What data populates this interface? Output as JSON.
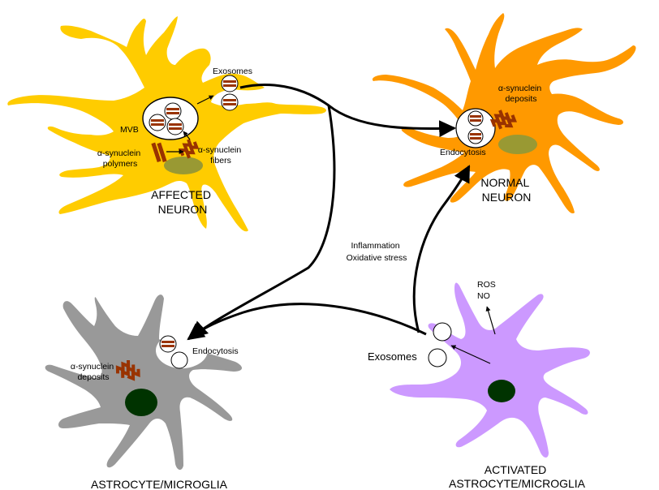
{
  "colors": {
    "affected_neuron": "#FFCC00",
    "normal_neuron": "#FF9900",
    "astrocyte": "#999999",
    "activated_astrocyte": "#CC99FF",
    "nucleus_neuron": "#999933",
    "nucleus_glia": "#003300",
    "synuclein": "#993300",
    "arrow": "#000000"
  },
  "labels": {
    "exosomes_top": "Exosomes",
    "mvb": "MVB",
    "polymers": [
      "α-synuclein",
      "polymers"
    ],
    "fibers": [
      "α-synuclein",
      "fibers"
    ],
    "affected_neuron": [
      "AFFECTED",
      "NEURON"
    ],
    "deposits_neuron": [
      "α-synuclein",
      "deposits"
    ],
    "endocytosis_neuron": "Endocytosis",
    "normal_neuron": [
      "NORMAL",
      "NEURON"
    ],
    "inflammation": [
      "Inflammation",
      "Oxidative stress"
    ],
    "ros": [
      "ROS",
      "NO"
    ],
    "exosomes_glia": "Exosomes",
    "endocytosis_glia": "Endocytosis",
    "deposits_glia": [
      "α-synuclein",
      "deposits"
    ],
    "astrocyte": "ASTROCYTE/MICROGLIA",
    "activated_astrocyte": [
      "ACTIVATED",
      "ASTROCYTE/MICROGLIA"
    ]
  }
}
